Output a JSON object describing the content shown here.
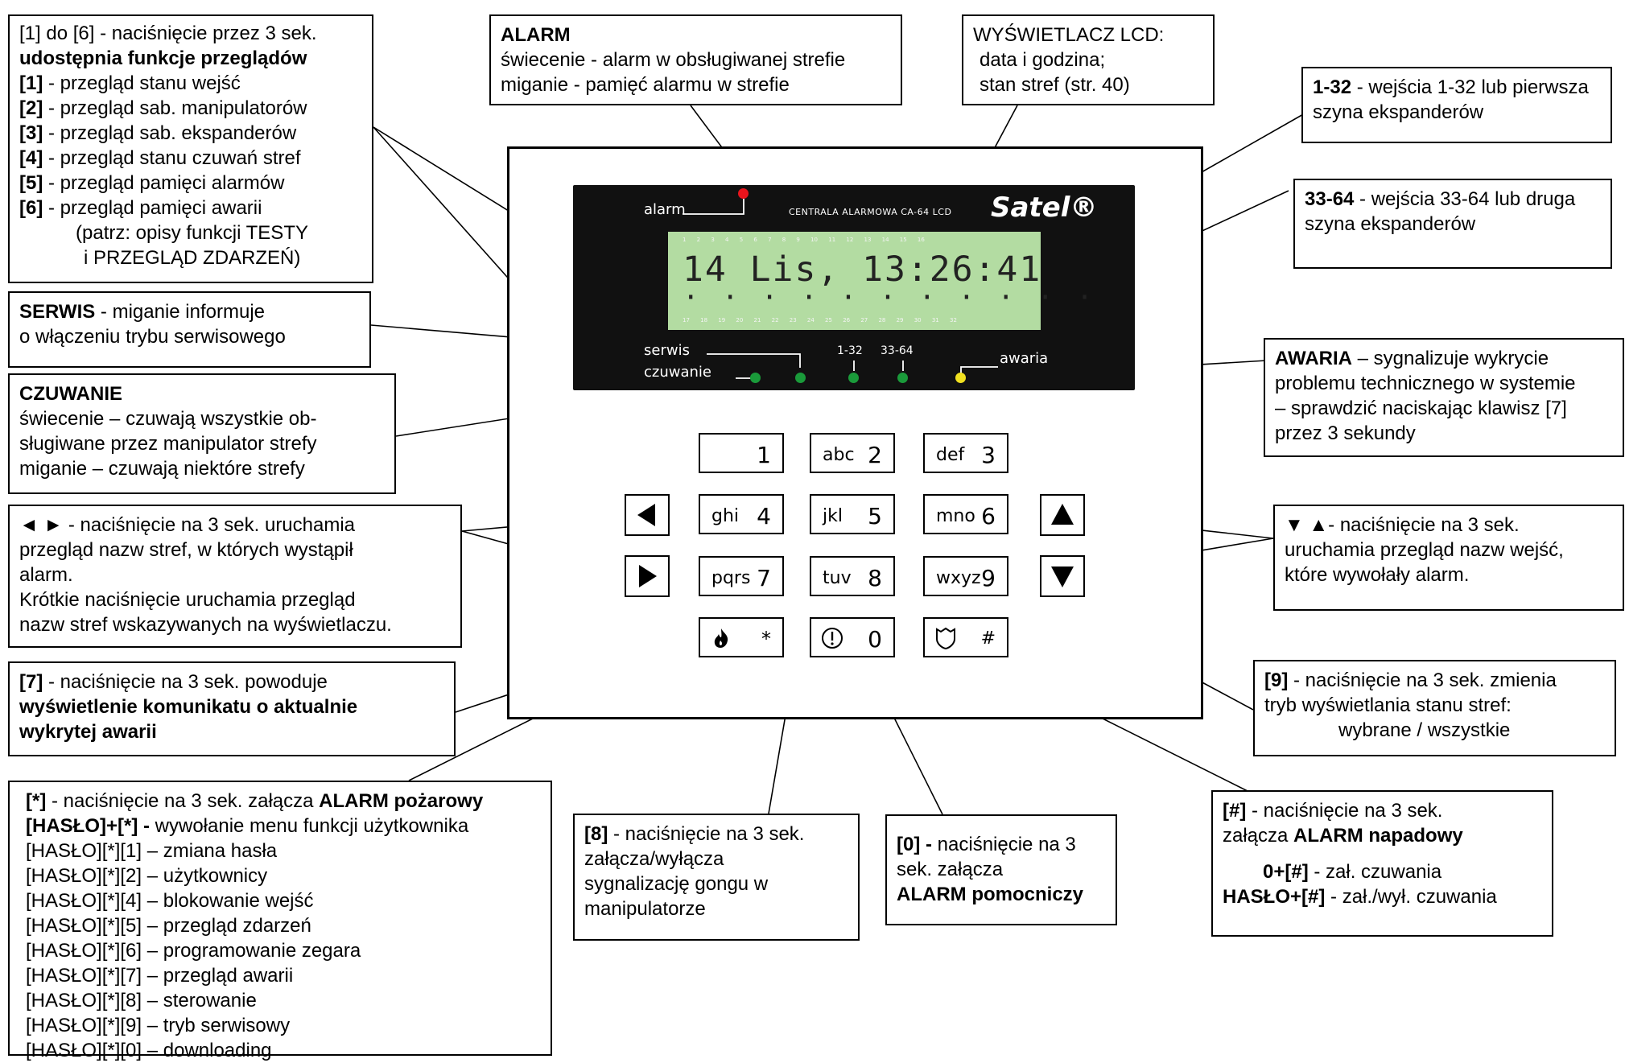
{
  "callouts": {
    "review": {
      "line1": "[1] do [6] - naciśnięcie przez 3 sek.",
      "line2": "udostępnia funkcje przeglądów",
      "items": [
        {
          "key": "[1]",
          "text": " - przegląd stanu wejść"
        },
        {
          "key": "[2]",
          "text": " - przegląd sab. manipulatorów"
        },
        {
          "key": "[3]",
          "text": " - przegląd sab. ekspanderów"
        },
        {
          "key": "[4]",
          "text": " - przegląd stanu czuwań stref"
        },
        {
          "key": "[5]",
          "text": " - przegląd pamięci alarmów"
        },
        {
          "key": "[6]",
          "text": " - przegląd pamięci awarii"
        }
      ],
      "note1": "(patrz: opisy funkcji TESTY",
      "note2": "i PRZEGLĄD ZDARZEŃ)"
    },
    "alarm": {
      "title": "ALARM",
      "l1": "świecenie - alarm w obsługiwanej strefie",
      "l2": "miganie - pamięć alarmu w strefie"
    },
    "lcd": {
      "title": "WYŚWIETLACZ LCD:",
      "l1": "data i godzina;",
      "l2": "stan stref (str. 40)"
    },
    "zones1": {
      "key": "1-32",
      "text": " - wejścia 1-32 lub pierwsza",
      "l2": "szyna ekspanderów"
    },
    "zones2": {
      "key": "33-64",
      "text": " - wejścia 33-64 lub druga",
      "l2": "szyna ekspanderów"
    },
    "serwis": {
      "key": "SERWIS",
      "text": " - miganie informuje",
      "l2": "o włączeniu trybu serwisowego"
    },
    "awaria": {
      "key": "AWARIA",
      "text": " – sygnalizuje wykrycie",
      "l2": "problemu technicznego w systemie",
      "l3": "– sprawdzić naciskając klawisz [7]",
      "l4": "przez 3 sekundy"
    },
    "czuwanie": {
      "title": "CZUWANIE",
      "l1": "świecenie – czuwają wszystkie ob-",
      "l2": "sługiwane przez manipulator strefy",
      "l3": "miganie – czuwają niektóre strefy"
    },
    "leftright": {
      "l1": "◄ ► - naciśnięcie na 3 sek. uruchamia",
      "l2": "przegląd nazw stref, w których wystąpił",
      "l3": "alarm.",
      "l4": "Krótkie naciśnięcie uruchamia przegląd",
      "l5": "nazw stref wskazywanych na wyświetlaczu."
    },
    "updown": {
      "l1": "▼ ▲- naciśnięcie na 3 sek.",
      "l2": "uruchamia przegląd nazw wejść,",
      "l3": "które wywołały alarm."
    },
    "key7": {
      "key": "[7]",
      "text": " - naciśnięcie na 3 sek. powoduje",
      "b1": "wyświetlenie komunikatu o aktualnie",
      "b2": "wykrytej awarii"
    },
    "key9": {
      "key": "[9]",
      "text": " - naciśnięcie na 3 sek. zmienia",
      "l2": "tryb wyświetlania stanu stref:",
      "l3": "wybrane / wszystkie"
    },
    "star": {
      "k1": "[*]",
      "t1": " - naciśnięcie na 3 sek. załącza ",
      "b1": "ALARM pożarowy",
      "k2": "[HASŁO]+[*] -",
      "t2": " wywołanie menu funkcji użytkownika",
      "items": [
        "[HASŁO][*][1] – zmiana hasła",
        "[HASŁO][*][2] – użytkownicy",
        "[HASŁO][*][4] – blokowanie wejść",
        "[HASŁO][*][5] – przegląd zdarzeń",
        "[HASŁO][*][6] – programowanie zegara",
        "[HASŁO][*][7] – przegląd awarii",
        "[HASŁO][*][8] – sterowanie",
        "[HASŁO][*][9] – tryb serwisowy",
        "[HASŁO][*][0] – downloading"
      ]
    },
    "key8": {
      "key": "[8]",
      "text": " - naciśnięcie na 3 sek.",
      "l2": "załącza/wyłącza",
      "l3": "sygnalizację gongu w",
      "l4": "manipulatorze"
    },
    "key0": {
      "key": "[0] -",
      "text": " naciśnięcie na 3",
      "l2": "sek. załącza",
      "b": "ALARM pomocniczy"
    },
    "hash": {
      "key": "[#]",
      "text": " - naciśnięcie na 3 sek.",
      "l2a": "załącza ",
      "l2b": "ALARM napadowy",
      "k3": "0+[#]",
      "t3": "  - zał. czuwania",
      "k4": "HASŁO+[#]",
      "t4": "  - zał./wył. czuwania"
    }
  },
  "panel": {
    "alarm_label": "alarm",
    "model": "CENTRALA ALARMOWA CA-64 LCD",
    "brand": "Satel®",
    "serwis_label": "serwis",
    "czuwanie_label": "czuwanie",
    "zones1_label": "1-32",
    "zones2_label": "33-64",
    "awaria_label": "awaria",
    "lcd_line1": "14 Lis, 13:26:41",
    "lcd_line2": "· · · · · · · · · · ·",
    "lcd_top_nums": "1 2 3 4 5 6 7 8 9 10 11 12 13 14 15 16",
    "lcd_bottom_nums": "17 18 19 20 21 22 23 24 25 26 27 28 29 30 31 32",
    "colors": {
      "alarm_led": "#e8141c",
      "green_led": "#1a9a3a",
      "awaria_led": "#f0e020",
      "lcd_bg": "#b3dca2",
      "panel_bg": "#111111"
    }
  },
  "keys": [
    {
      "letters": "",
      "digit": "1"
    },
    {
      "letters": "abc",
      "digit": "2"
    },
    {
      "letters": "def",
      "digit": "3"
    },
    {
      "letters": "ghi",
      "digit": "4"
    },
    {
      "letters": "jkl",
      "digit": "5"
    },
    {
      "letters": "mno",
      "digit": "6"
    },
    {
      "letters": "pqrs",
      "digit": "7"
    },
    {
      "letters": "tuv",
      "digit": "8"
    },
    {
      "letters": "wxyz",
      "digit": "9"
    },
    {
      "letters": "",
      "digit": "*"
    },
    {
      "letters": "",
      "digit": "0"
    },
    {
      "letters": "",
      "digit": "#"
    }
  ],
  "icons": {
    "star_key": "fire-icon",
    "zero_key": "exclamation-circle-icon",
    "hash_key": "shield-icon"
  }
}
